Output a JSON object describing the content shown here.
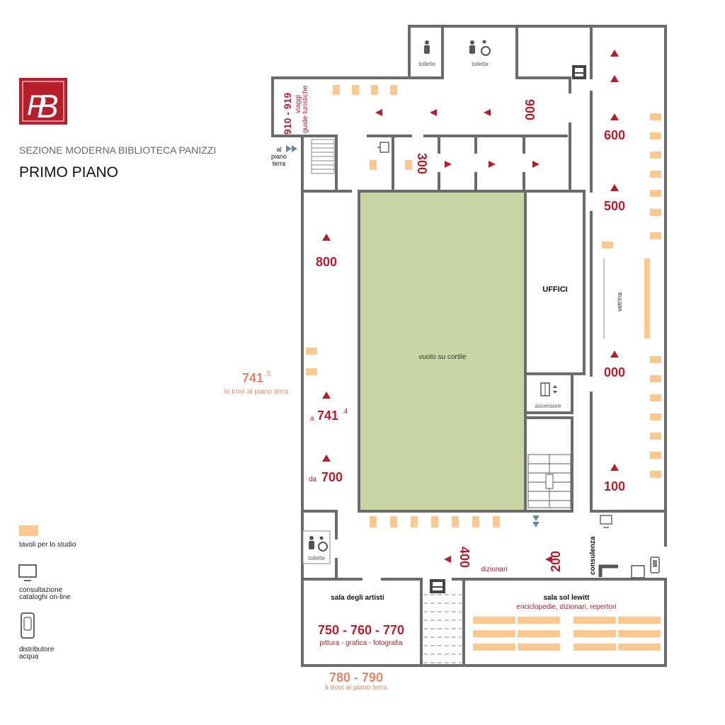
{
  "colors": {
    "wall": "#6b6b6b",
    "courtyard": "#c9d6a4",
    "table": "#fdc88f",
    "accent": "#b51e2a",
    "salmon": "#e0876a",
    "logo_bg": "#b51e2a"
  },
  "header": {
    "logo_text": "B",
    "logo_text_small": "P",
    "subtitle": "SEZIONE MODERNA BIBLIOTECA PANIZZI",
    "title": "PRIMO PIANO"
  },
  "legend": {
    "tables": "tavoli per lo studio",
    "catalog_line1": "consultazione",
    "catalog_line2": "cataloghi on-line",
    "water_line1": "distributore",
    "water_line2": "acqua"
  },
  "icons": {
    "monitor": "monitor-icon",
    "water": "water-dispenser-icon",
    "toilet": "toilet-icon",
    "wheelchair": "wheelchair-icon",
    "elevator": "elevator-icon",
    "stairs": "stairs-icon",
    "printer": "printer-icon"
  },
  "map": {
    "sections": {
      "s910": "910 - 919",
      "s910_sub1": "viaggi",
      "s910_sub2": "guide turistiche",
      "s900": "900",
      "s300": "300",
      "s600": "600",
      "s500": "500",
      "s000": "000",
      "s100": "100",
      "s800": "800",
      "s741_prefix": "a",
      "s741": "741",
      "s741_sup": ".4",
      "s700_prefix": "da",
      "s700": "700",
      "s400": "400",
      "s200": "200",
      "s7415": "741",
      "s7415_sup": ".5",
      "s7415_sub": "lo trovi al piano terra",
      "s750": "750 - 760 - 770",
      "s750_sub": "pittura - grafica - fotografia",
      "s780": "780 - 790",
      "s780_sub": "li trovi al piano terra"
    },
    "rooms": {
      "uffici": "UFFICI",
      "vuoto": "vuoto su cortile",
      "vetrina": "vetrina",
      "ascensore": "ascensore",
      "consulenza": "consulenza",
      "dizionari": "dizionari",
      "sala_artisti": "sala degli artisti",
      "sala_lewitt": "sala sol lewitt",
      "sala_lewitt_sub": "enciclopedie, dizionari, repertori",
      "toilette": "toilette",
      "al_piano_1": "al",
      "al_piano_2": "piano",
      "al_piano_3": "terra"
    }
  }
}
